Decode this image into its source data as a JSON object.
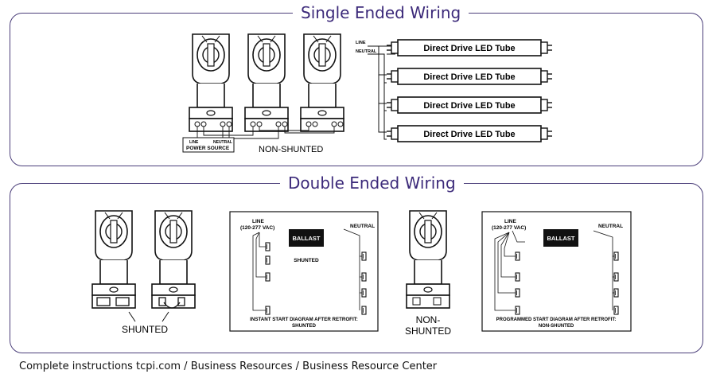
{
  "single": {
    "title": "Single Ended Wiring",
    "line_label": "LINE",
    "neutral_label": "NEUTRAL",
    "power_source_label": "POWER SOURCE",
    "source_line": "LINE",
    "source_neutral": "NEUTRAL",
    "non_shunted_label": "NON-SHUNTED",
    "tubes": [
      "Direct Drive LED Tube",
      "Direct Drive LED Tube",
      "Direct Drive LED Tube",
      "Direct Drive LED Tube"
    ]
  },
  "double": {
    "title": "Double Ended Wiring",
    "shunted_label": "SHUNTED",
    "non_shunted_label_line1": "NON-",
    "non_shunted_label_line2": "SHUNTED",
    "instant": {
      "line_label_1": "LINE",
      "line_label_2": "(120-277 VAC)",
      "neutral_label": "NEUTRAL",
      "ballast_label": "BALLAST",
      "shunted_label": "SHUNTED",
      "caption_1": "INSTANT START DIAGRAM AFTER RETROFIT:",
      "caption_2": "SHUNTED"
    },
    "programmed": {
      "line_label_1": "LINE",
      "line_label_2": "(120-277 VAC)",
      "neutral_label": "NEUTRAL",
      "ballast_label": "BALLAST",
      "caption_1": "PROGRAMMED START DIAGRAM AFTER RETROFIT:",
      "caption_2": "NON-SHUNTED"
    }
  },
  "footer": "Complete instructions tcpi.com / Business Resources / Business Resource Center",
  "colors": {
    "frame": "#4b3f7a",
    "title": "#3c2a7a",
    "ink": "#1a1a1a"
  }
}
